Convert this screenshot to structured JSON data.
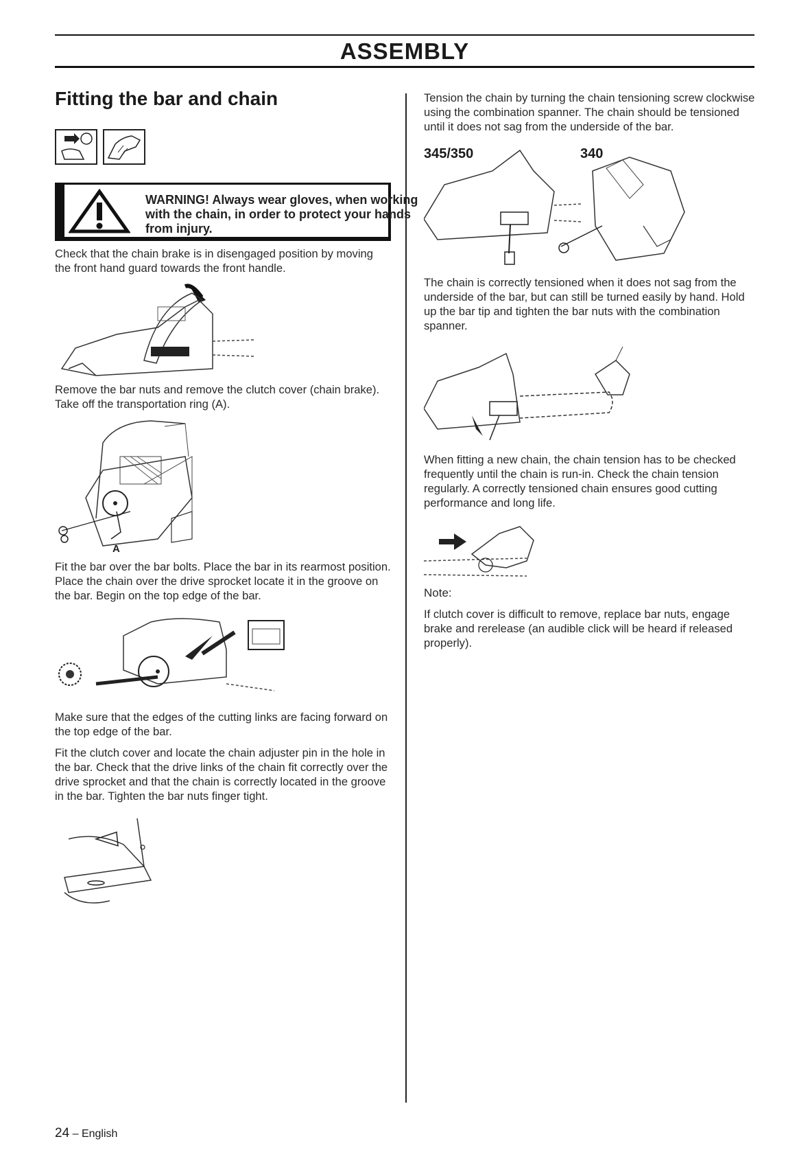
{
  "header": {
    "title": "ASSEMBLY"
  },
  "left": {
    "section_title": "Fitting the bar and chain",
    "warning": "WARNING! Always wear gloves, when working with the chain, in order to protect your hands from injury.",
    "p1": "Check that the chain brake is in disengaged position by moving the front hand guard towards the front handle.",
    "p2": "Remove the bar nuts and remove the clutch cover (chain brake). Take off the transportation ring (A).",
    "fig_label_a": "A",
    "p3": "Fit the bar over the bar bolts. Place the bar in its rearmost position. Place the chain over the drive sprocket locate it in the groove on the bar. Begin on the top edge of the bar.",
    "p4": "Make sure that the edges of the cutting links are facing forward on the top edge of the bar.",
    "p5": "Fit the clutch cover and locate the chain adjuster pin in the hole in the bar. Check that the drive links of the chain fit correctly over the drive sprocket and that the chain is correctly located in the groove in the bar. Tighten the bar nuts finger tight."
  },
  "right": {
    "p1": "Tension the chain by turning the chain tensioning screw clockwise using the combination spanner. The chain should be tensioned until it does not sag from the underside of the bar.",
    "label_345": "345/350",
    "label_340": "340",
    "p2": "The chain is correctly tensioned when it does not sag from the underside of the bar, but can still be turned easily by hand. Hold up the bar tip and tighten the bar nuts with the combination spanner.",
    "p3": "When fitting a new chain, the chain tension has to be checked frequently until the chain is run-in. Check the chain tension regularly. A correctly tensioned chain ensures good cutting performance and long life.",
    "note_label": "Note:",
    "p4": "If clutch cover is difficult to remove, replace bar nuts, engage brake and rerelease (an audible click will be heard if released properly)."
  },
  "footer": {
    "page_number": "24",
    "dash": "–",
    "language": "English"
  }
}
